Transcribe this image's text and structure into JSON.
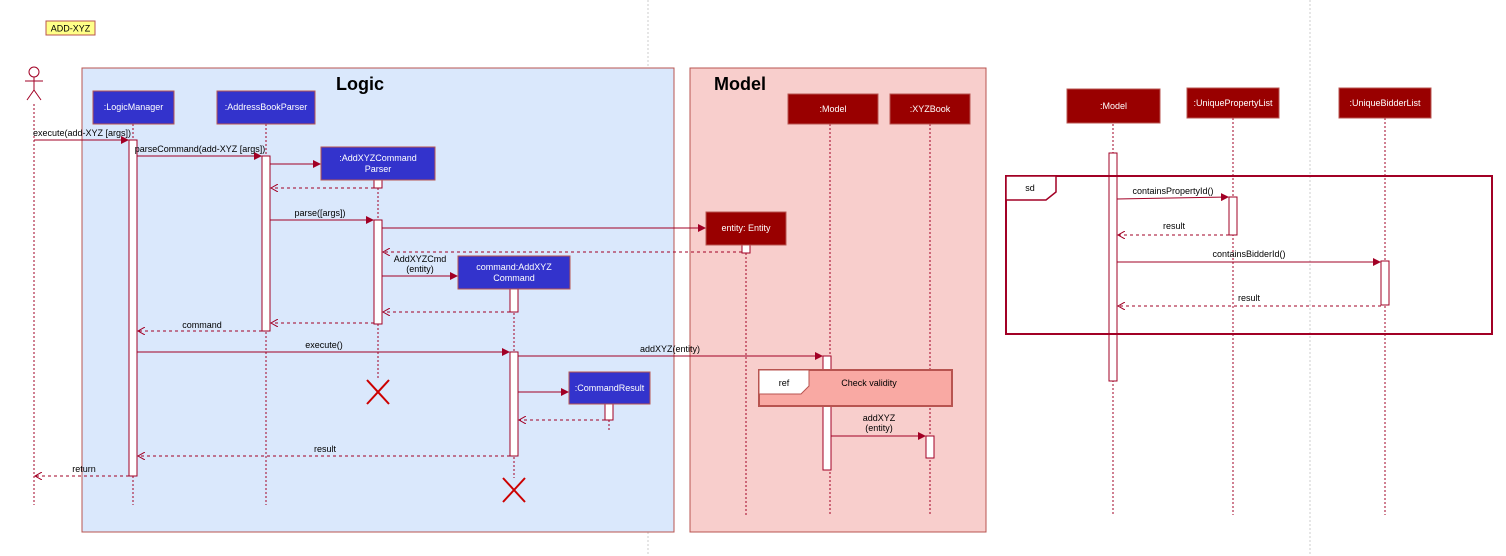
{
  "diagram": {
    "tag": "ADD-XYZ",
    "frames": {
      "logic_title": "Logic",
      "model_title": "Model"
    },
    "participants": {
      "logic_manager": ":LogicManager",
      "address_book_parser": ":AddressBookParser",
      "parser_line1": ":AddXYZCommand",
      "parser_line2": "Parser",
      "command_line1": "command:AddXYZ",
      "command_line2": "Command",
      "command_result": ":CommandResult",
      "entity": "entity: Entity",
      "model": ":Model",
      "xyz_book": ":XYZBook",
      "model_right": ":Model",
      "unique_property_list": ":UniquePropertyList",
      "unique_bidder_list": ":UniqueBidderList"
    },
    "messages": {
      "execute_add": "execute(add-XYZ [args])",
      "parse_command": "parseCommand(add-XYZ [args])",
      "parse_args": "parse([args])",
      "addxyzcmd_line1": "AddXYZCmd",
      "addxyzcmd_line2": "(entity)",
      "command": "command",
      "execute": "execute()",
      "add_xyz_entity": "addXYZ(entity)",
      "add_xyz_line1": "addXYZ",
      "add_xyz_line2": "(entity)",
      "result": "result",
      "return": "return",
      "contains_property": "containsPropertyId()",
      "result_property": "result",
      "contains_bidder": "containsBidderId()",
      "result_bidder": "result"
    },
    "fragments": {
      "ref_label": "ref",
      "ref_text": "Check validity",
      "sd_label": "sd"
    },
    "colors": {
      "logic_bg": "#dae8fc",
      "logic_border": "#b85450",
      "model_bg": "#f8cecc",
      "participant_blue": "#3333cc",
      "participant_red": "#990000",
      "line": "#a20025"
    }
  }
}
